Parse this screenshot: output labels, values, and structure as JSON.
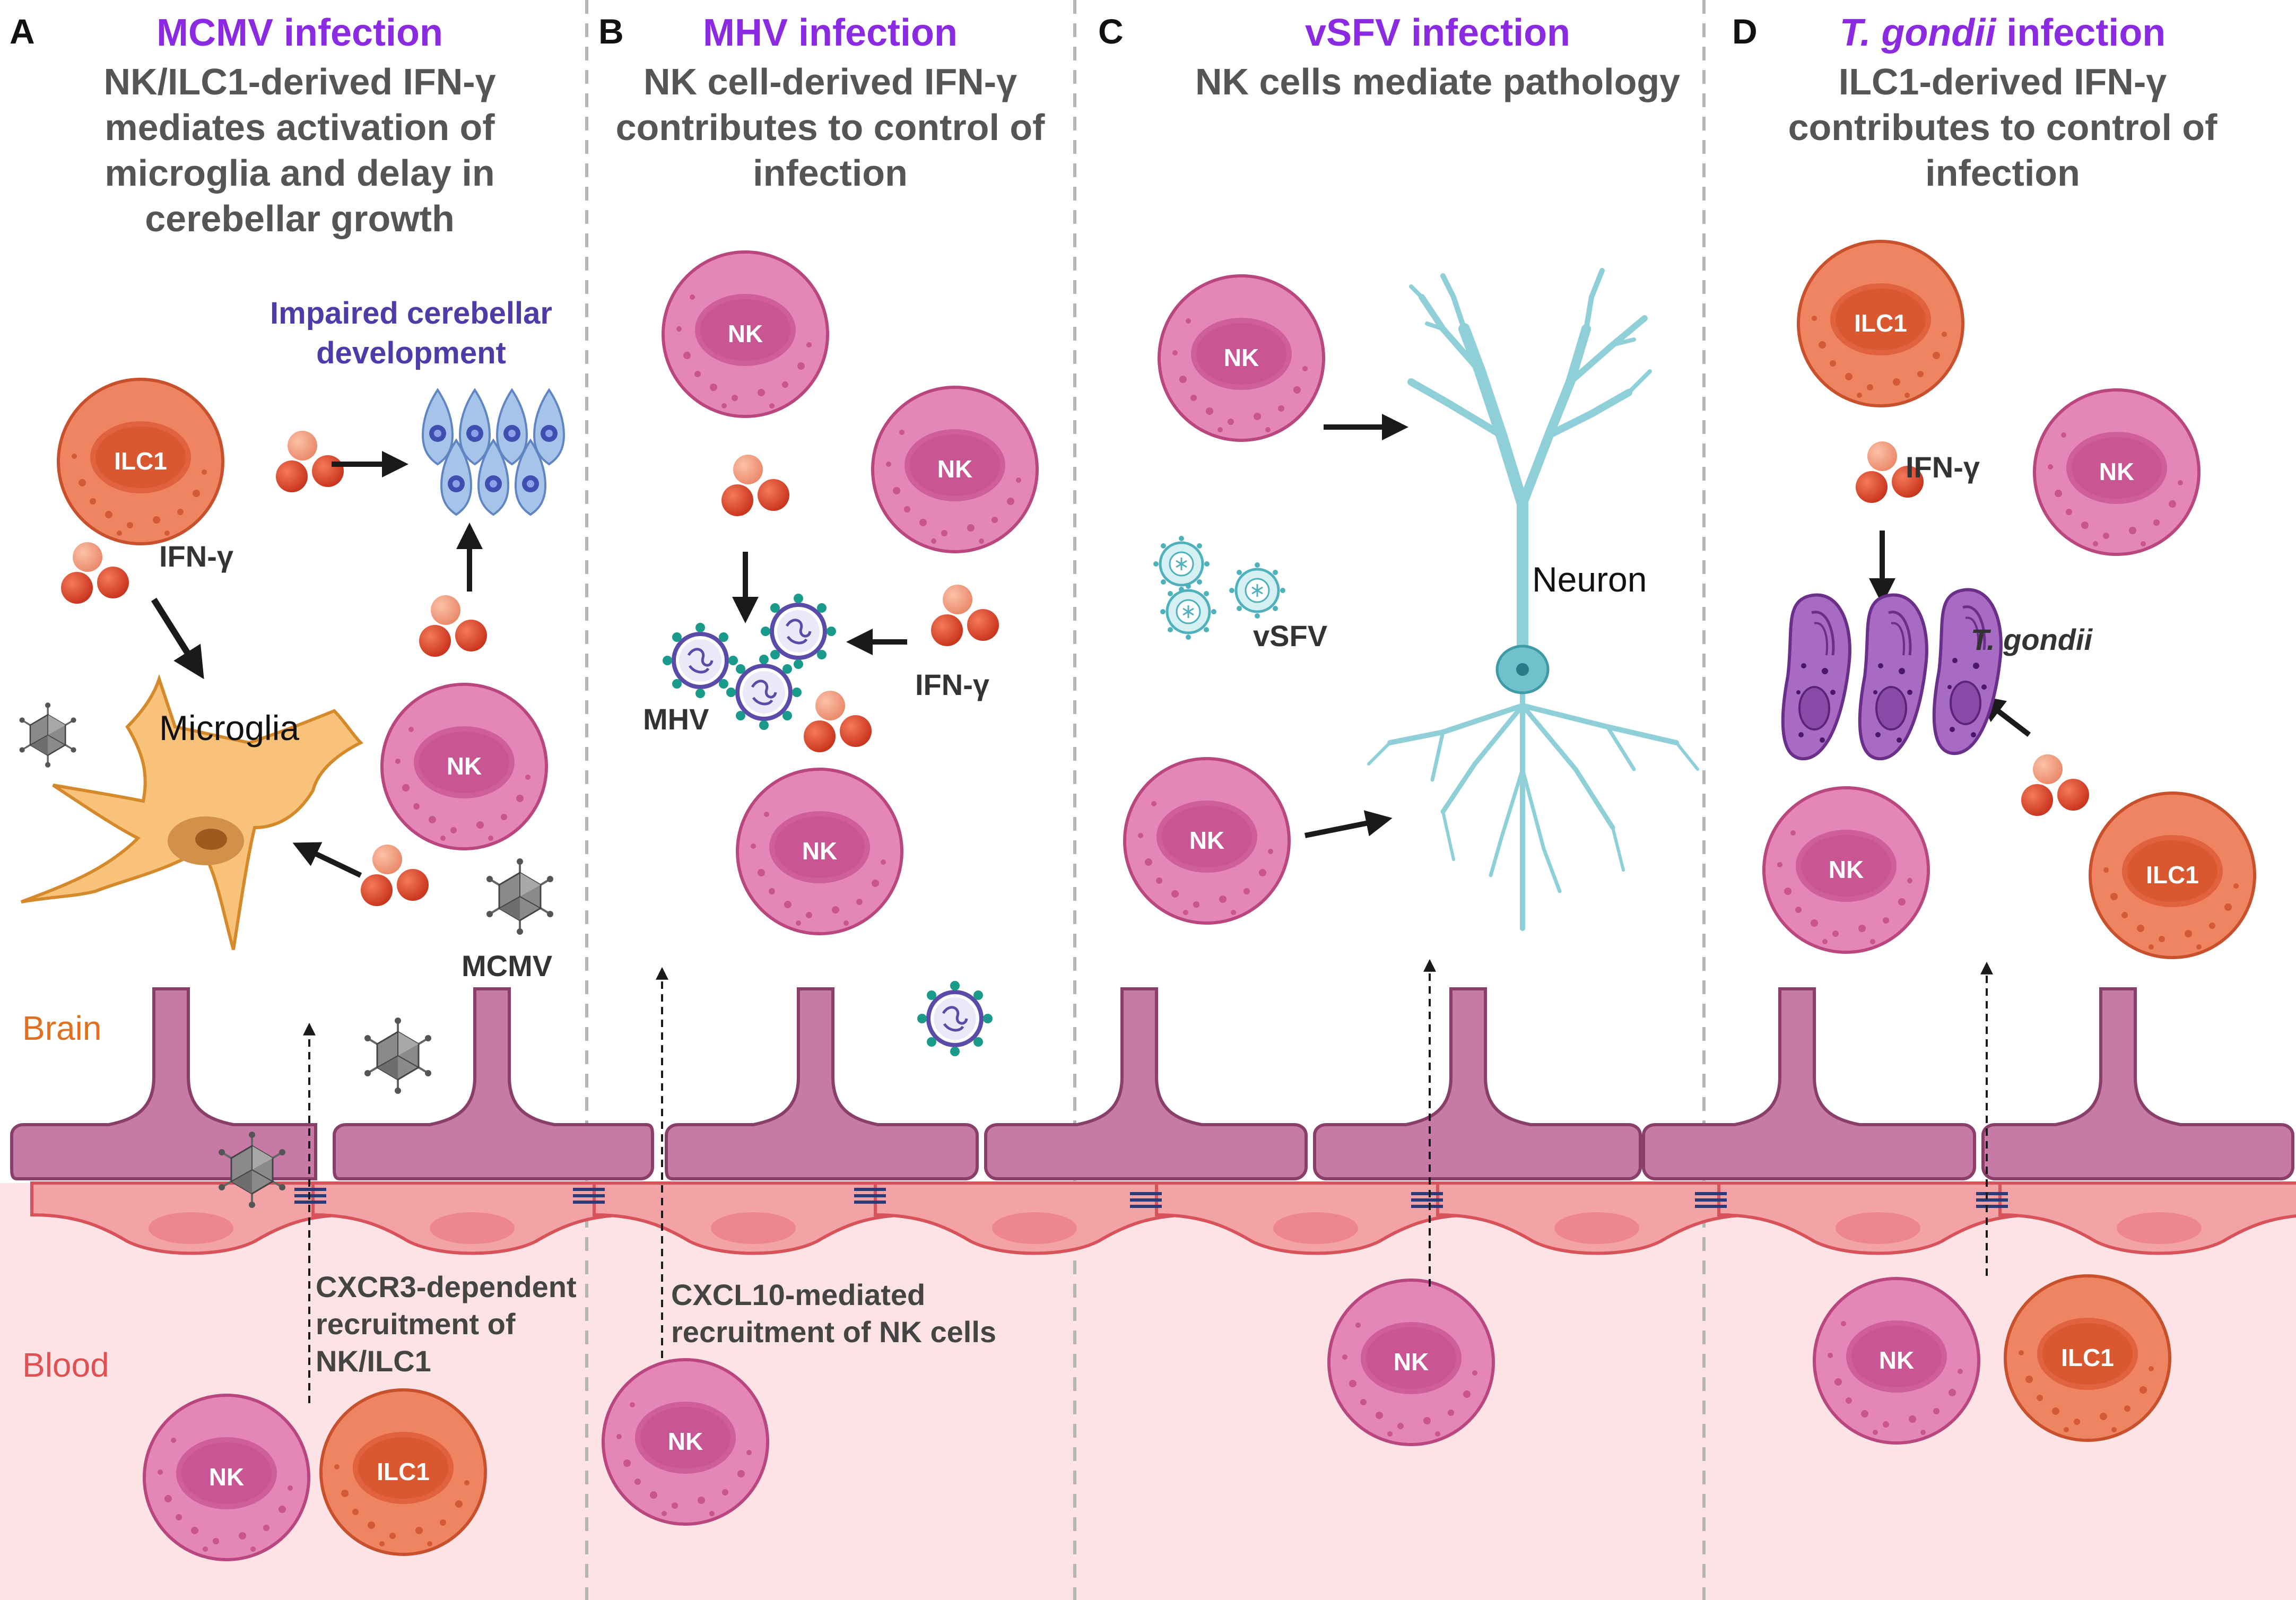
{
  "panels": [
    {
      "letter": "A",
      "infection": "MCMV infection",
      "subtitle": [
        "NK/ILC1-derived IFN-γ",
        "mediates activation of",
        "microglia and delay in",
        "cerebellar growth"
      ]
    },
    {
      "letter": "B",
      "infection": "MHV infection",
      "subtitle": [
        "NK cell-derived IFN-γ",
        "contributes to control of",
        "infection"
      ]
    },
    {
      "letter": "C",
      "infection": "vSFV infection",
      "subtitle": [
        "NK cells mediate pathology"
      ]
    },
    {
      "letter": "D",
      "infection_italic": "T. gondii",
      "infection_rest": " infection",
      "subtitle": [
        "ILC1-derived IFN-γ",
        "contributes to control of",
        "infection"
      ]
    }
  ],
  "labels": {
    "impaired": [
      "Impaired cerebellar",
      "development"
    ],
    "ifng": "IFN-γ",
    "microglia": "Microglia",
    "mcmv": "MCMV",
    "mhv": "MHV",
    "vsfv": "vSFV",
    "neuron": "Neuron",
    "tgondii": "T. gondii",
    "brain": "Brain",
    "blood": "Blood",
    "cxcr3": [
      "CXCR3-dependent",
      "recruitment of",
      "NK/ILC1"
    ],
    "cxcl10": [
      "CXCL10-mediated",
      "recruitment of NK cells"
    ]
  },
  "cells": {
    "nk": "NK",
    "ilc1": "ILC1"
  },
  "colors": {
    "infection_title": "#8a2be2",
    "impaired_text": "#4b3ca8",
    "brain_text": "#e07020",
    "blood_text": "#e05050",
    "nk_cell": "#e486b8",
    "ilc1_cell": "#ee8462",
    "endothelium": "#f3a2a6",
    "astrocyte_feet": "#c77aa6",
    "blood_bg": "#fde3e5",
    "neuron": "#8fd0d8",
    "microglia": "#f8c27a",
    "tgondii": "#a86bc4"
  }
}
